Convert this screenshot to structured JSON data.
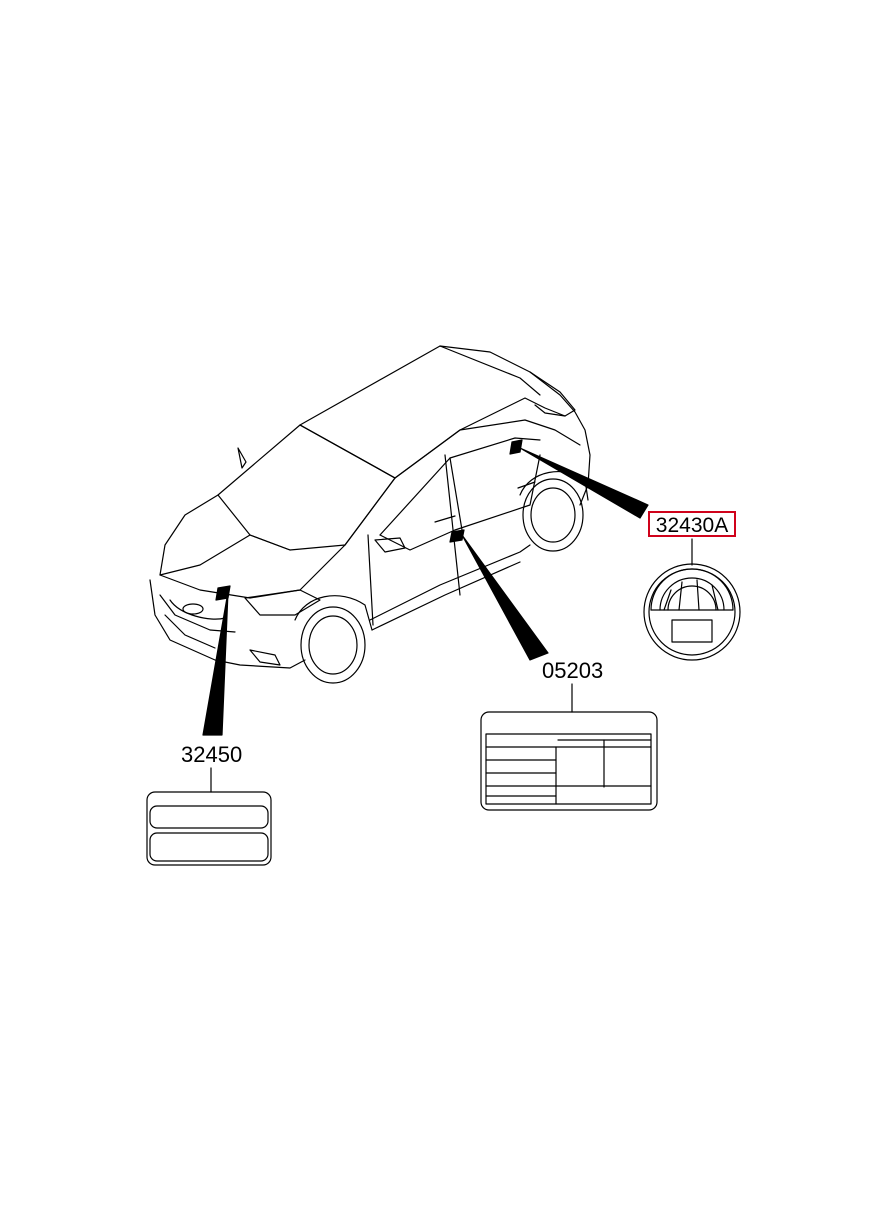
{
  "parts": [
    {
      "id": "32430A",
      "label": "32430A",
      "highlighted": true,
      "highlight_color": "#d0021b"
    },
    {
      "id": "05203",
      "label": "05203",
      "highlighted": false
    },
    {
      "id": "32450",
      "label": "32450",
      "highlighted": false
    }
  ],
  "colors": {
    "line": "#000000",
    "background": "#ffffff",
    "highlight": "#d0021b"
  }
}
